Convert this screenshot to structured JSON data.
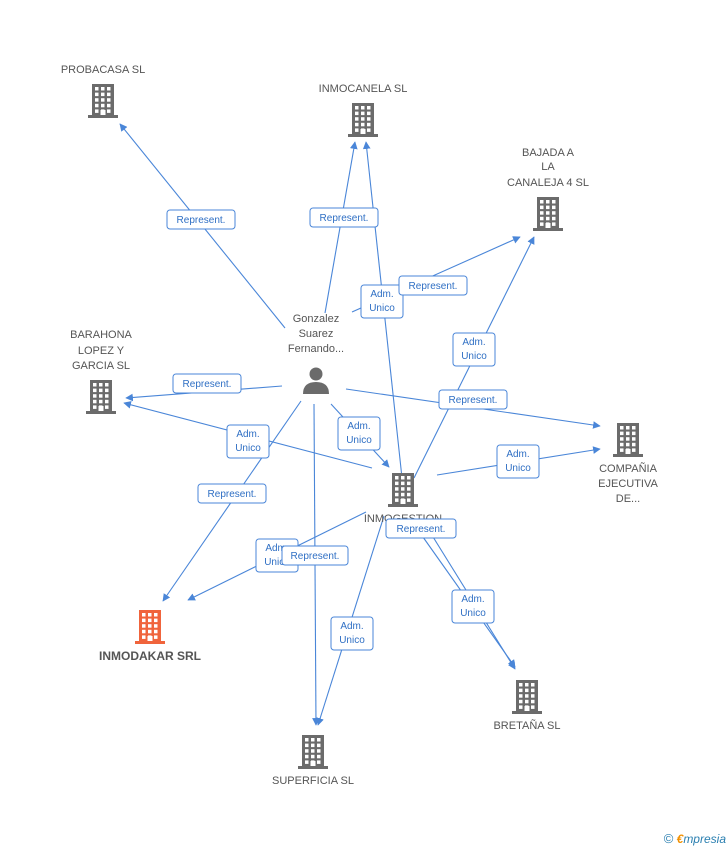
{
  "person": {
    "name_lines": [
      "Gonzalez",
      "Suarez",
      "Fernando..."
    ],
    "icon": "person-icon"
  },
  "companies": [
    {
      "id": "probacasa",
      "lines": [
        "PROBACASA SL"
      ],
      "highlight": false
    },
    {
      "id": "inmocanela",
      "lines": [
        "INMOCANELA SL"
      ],
      "highlight": false
    },
    {
      "id": "bajada",
      "lines": [
        "BAJADA A",
        "LA",
        "CANALEJA 4 SL"
      ],
      "highlight": false
    },
    {
      "id": "barahona",
      "lines": [
        "BARAHONA",
        "LOPEZ Y",
        "GARCIA SL"
      ],
      "highlight": false
    },
    {
      "id": "compania",
      "lines": [
        "COMPAÑIA",
        "EJECUTIVA",
        "DE..."
      ],
      "highlight": false
    },
    {
      "id": "inmogestion",
      "lines": [
        "INMOGESTION",
        "..."
      ],
      "highlight": false
    },
    {
      "id": "inmodakar",
      "lines": [
        "INMODAKAR SRL"
      ],
      "highlight": true
    },
    {
      "id": "bretana",
      "lines": [
        "BRETAÑA SL"
      ],
      "highlight": false
    },
    {
      "id": "superficia",
      "lines": [
        "SUPERFICIA SL"
      ],
      "highlight": false
    }
  ],
  "relations": [
    {
      "id": "r1",
      "lines": [
        "Represent."
      ]
    },
    {
      "id": "r2",
      "lines": [
        "Represent."
      ]
    },
    {
      "id": "r3",
      "lines": [
        "Adm.",
        "Unico"
      ]
    },
    {
      "id": "r4",
      "lines": [
        "Represent."
      ]
    },
    {
      "id": "r5",
      "lines": [
        "Adm.",
        "Unico"
      ]
    },
    {
      "id": "r6",
      "lines": [
        "Represent."
      ]
    },
    {
      "id": "r7",
      "lines": [
        "Represent."
      ]
    },
    {
      "id": "r8",
      "lines": [
        "Adm.",
        "Unico"
      ]
    },
    {
      "id": "r9",
      "lines": [
        "Adm.",
        "Unico"
      ]
    },
    {
      "id": "r10",
      "lines": [
        "Adm.",
        "Unico"
      ]
    },
    {
      "id": "r11",
      "lines": [
        "Represent."
      ]
    },
    {
      "id": "r12",
      "lines": [
        "Represent."
      ]
    },
    {
      "id": "r13",
      "lines": [
        "Adm.",
        "Unico"
      ]
    },
    {
      "id": "r14",
      "lines": [
        "Represent."
      ]
    },
    {
      "id": "r15",
      "lines": [
        "Adm.",
        "Unico"
      ]
    },
    {
      "id": "r16",
      "lines": [
        "Adm.",
        "Unico"
      ]
    }
  ],
  "colors": {
    "edge": "#4a86d8",
    "building": "#6b6b6b",
    "highlight": "#f0643c",
    "person": "#6b6b6b"
  },
  "footer": {
    "copyright": "©",
    "brand_e": "€",
    "brand_rest": "mpresia"
  }
}
